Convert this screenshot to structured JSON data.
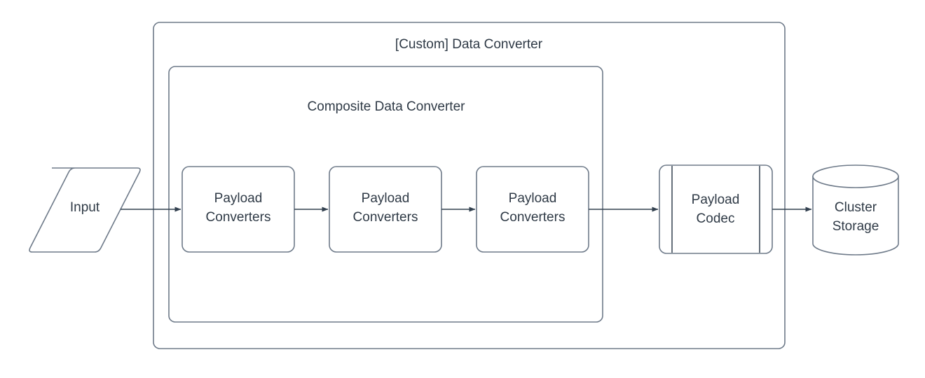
{
  "diagram": {
    "title": "[Custom] Data Converter",
    "background_color": "#ffffff",
    "stroke_color": "#6e7a89",
    "text_color": "#2f3a46",
    "arrow_color": "#32404f",
    "containers": [
      {
        "id": "custom-data-converter",
        "label": "[Custom] Data Converter",
        "shape": "rounded-rectangle"
      },
      {
        "id": "composite-data-converter",
        "label": "Composite Data Converter",
        "shape": "rounded-rectangle"
      }
    ],
    "nodes": [
      {
        "id": "input",
        "label": "Input",
        "shape": "parallelogram"
      },
      {
        "id": "payload-converters-1",
        "label_line1": "Payload",
        "label_line2": "Converters",
        "shape": "rounded-rectangle"
      },
      {
        "id": "payload-converters-2",
        "label_line1": "Payload",
        "label_line2": "Converters",
        "shape": "rounded-rectangle"
      },
      {
        "id": "payload-converters-3",
        "label_line1": "Payload",
        "label_line2": "Converters",
        "shape": "rounded-rectangle"
      },
      {
        "id": "payload-codec",
        "label_line1": "Payload",
        "label_line2": "Codec",
        "shape": "predefined-process"
      },
      {
        "id": "cluster-storage",
        "label_line1": "Cluster",
        "label_line2": "Storage",
        "shape": "cylinder"
      }
    ],
    "edges": [
      {
        "from": "input",
        "to": "payload-converters-1",
        "arrow": "single"
      },
      {
        "from": "payload-converters-1",
        "to": "payload-converters-2",
        "arrow": "single"
      },
      {
        "from": "payload-converters-2",
        "to": "payload-converters-3",
        "arrow": "single"
      },
      {
        "from": "payload-converters-3",
        "to": "payload-codec",
        "arrow": "single"
      },
      {
        "from": "payload-codec",
        "to": "cluster-storage",
        "arrow": "single"
      }
    ]
  }
}
